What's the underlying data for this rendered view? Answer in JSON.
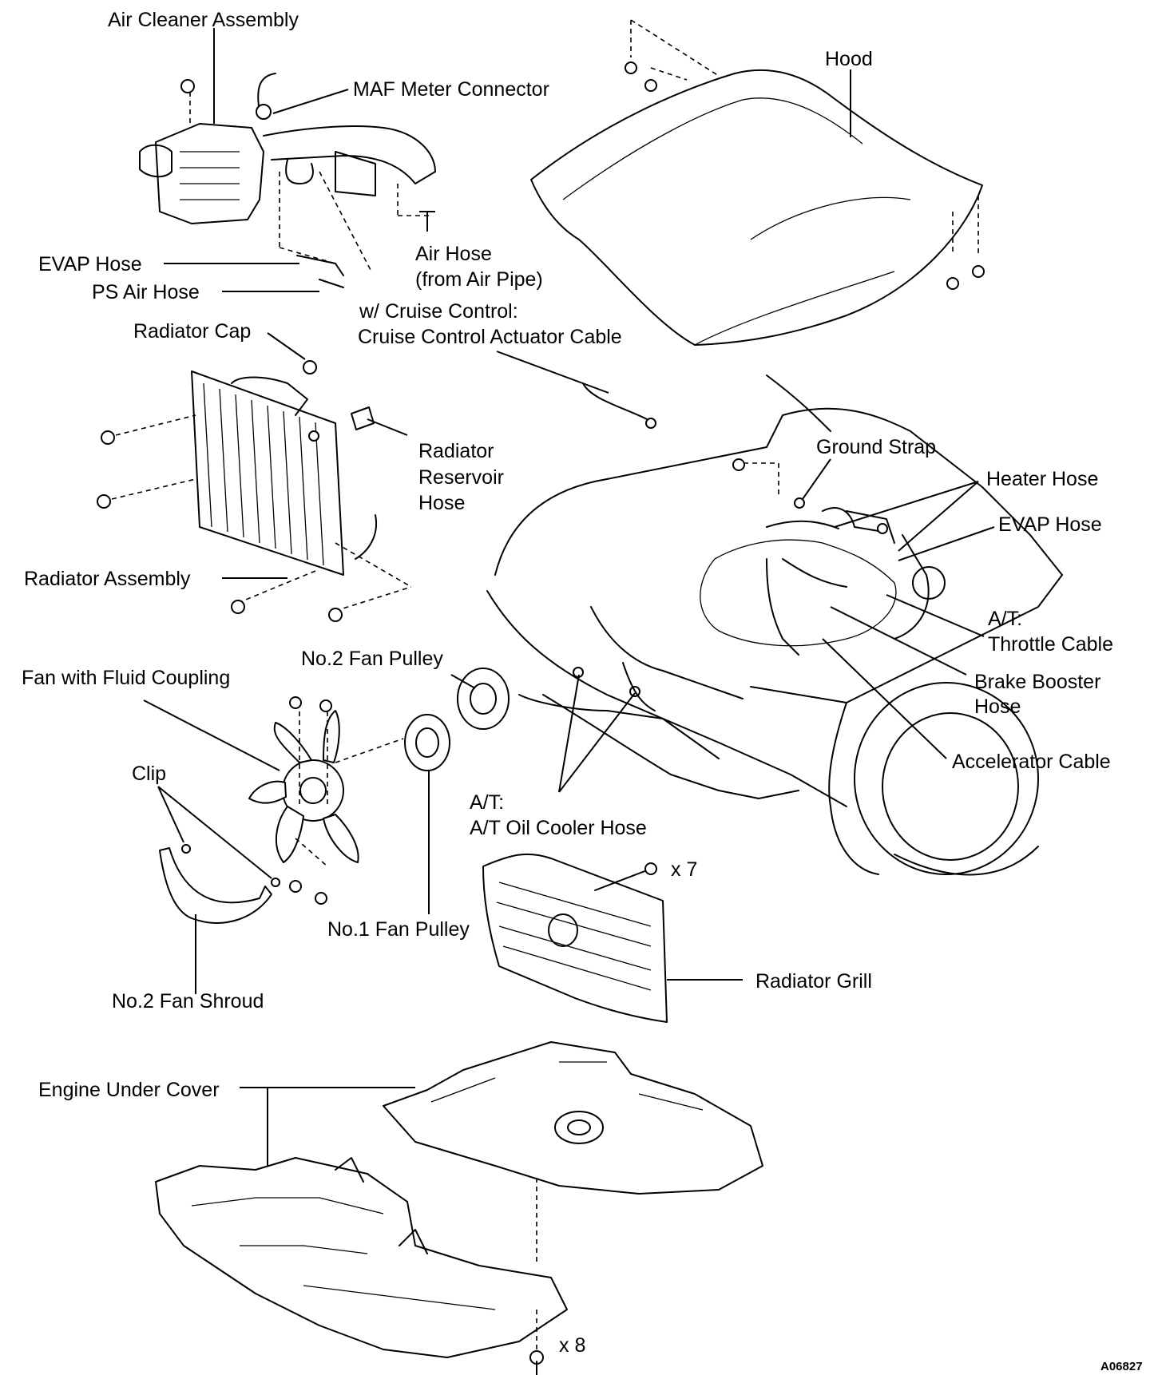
{
  "diagram": {
    "code": "A06827",
    "labels": {
      "air_cleaner": "Air Cleaner Assembly",
      "maf": "MAF Meter Connector",
      "hood": "Hood",
      "evap_hose_top": "EVAP Hose",
      "ps_air_hose": "PS Air Hose",
      "air_hose_1": "Air Hose",
      "air_hose_2": "(from Air Pipe)",
      "cruise_1": "w/ Cruise Control:",
      "cruise_2": "Cruise Control Actuator Cable",
      "radiator_cap": "Radiator Cap",
      "reservoir_1": "Radiator",
      "reservoir_2": "Reservoir",
      "reservoir_3": "Hose",
      "ground_strap": "Ground Strap",
      "heater_hose": "Heater Hose",
      "evap_hose_right": "EVAP Hose",
      "radiator_assy": "Radiator Assembly",
      "at_throttle_1": "A/T:",
      "at_throttle_2": "Throttle Cable",
      "fan_pulley_2": "No.2 Fan Pulley",
      "fan_coupling": "Fan with Fluid Coupling",
      "brake_booster_1": "Brake Booster",
      "brake_booster_2": "Hose",
      "accel_cable": "Accelerator Cable",
      "clip": "Clip",
      "at_oil_1": "A/T:",
      "at_oil_2": "A/T Oil Cooler Hose",
      "x7": "x 7",
      "fan_pulley_1": "No.1 Fan Pulley",
      "fan_shroud": "No.2 Fan Shroud",
      "radiator_grill": "Radiator Grill",
      "under_cover": "Engine Under Cover",
      "x8": "x 8"
    }
  }
}
